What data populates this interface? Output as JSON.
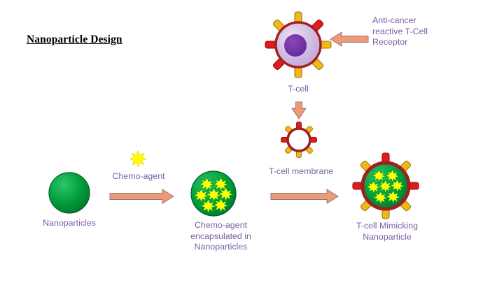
{
  "slide": {
    "title": "Nanoparticle Design",
    "background_color": "#ffffff"
  },
  "palette": {
    "label_purple": "#7a5ea6",
    "arrow_fill": "#ed9b72",
    "arrow_stroke": "#9a6f8e",
    "nanoparticle_green": "#00a03c",
    "nanoparticle_green_dark": "#00702a",
    "chemo_star_yellow": "#ffff00",
    "chemo_star_stroke": "#00a03c",
    "membrane_red": "#a02020",
    "spike_red": "#e01b1b",
    "spike_yellow": "#f2b718",
    "tcell_body": "#cdb6e0",
    "tcell_nucleus": "#7030a0",
    "title_color": "#000000"
  },
  "diagram": {
    "tcell": {
      "label": "T-cell",
      "receptor_callout": "Anti-cancer\nreactive T-Cell\nReceptor",
      "spike_count": 8,
      "spike_colors": [
        "yellow",
        "red",
        "yellow",
        "red",
        "yellow",
        "red",
        "yellow",
        "red"
      ]
    },
    "membrane": {
      "label": "T-cell membrane",
      "spike_count": 8
    },
    "nanoparticles": {
      "label": "Nanoparticles"
    },
    "chemo_agent": {
      "label": "Chemo-agent"
    },
    "encapsulated": {
      "label": "Chemo-agent\nencapsulated in\nNanoparticles",
      "star_count": 7
    },
    "mimicking": {
      "label": "T-cell Mimicking\nNanoparticle",
      "star_count": 7,
      "spike_count": 8
    },
    "arrows": {
      "receptor_callout_arrow": "left-arrow",
      "tcell_to_membrane_arrow": "down-arrow",
      "nanoparticle_to_encapsulated_arrow": "right-arrow",
      "encapsulated_to_mimicking_arrow": "right-arrow"
    }
  }
}
